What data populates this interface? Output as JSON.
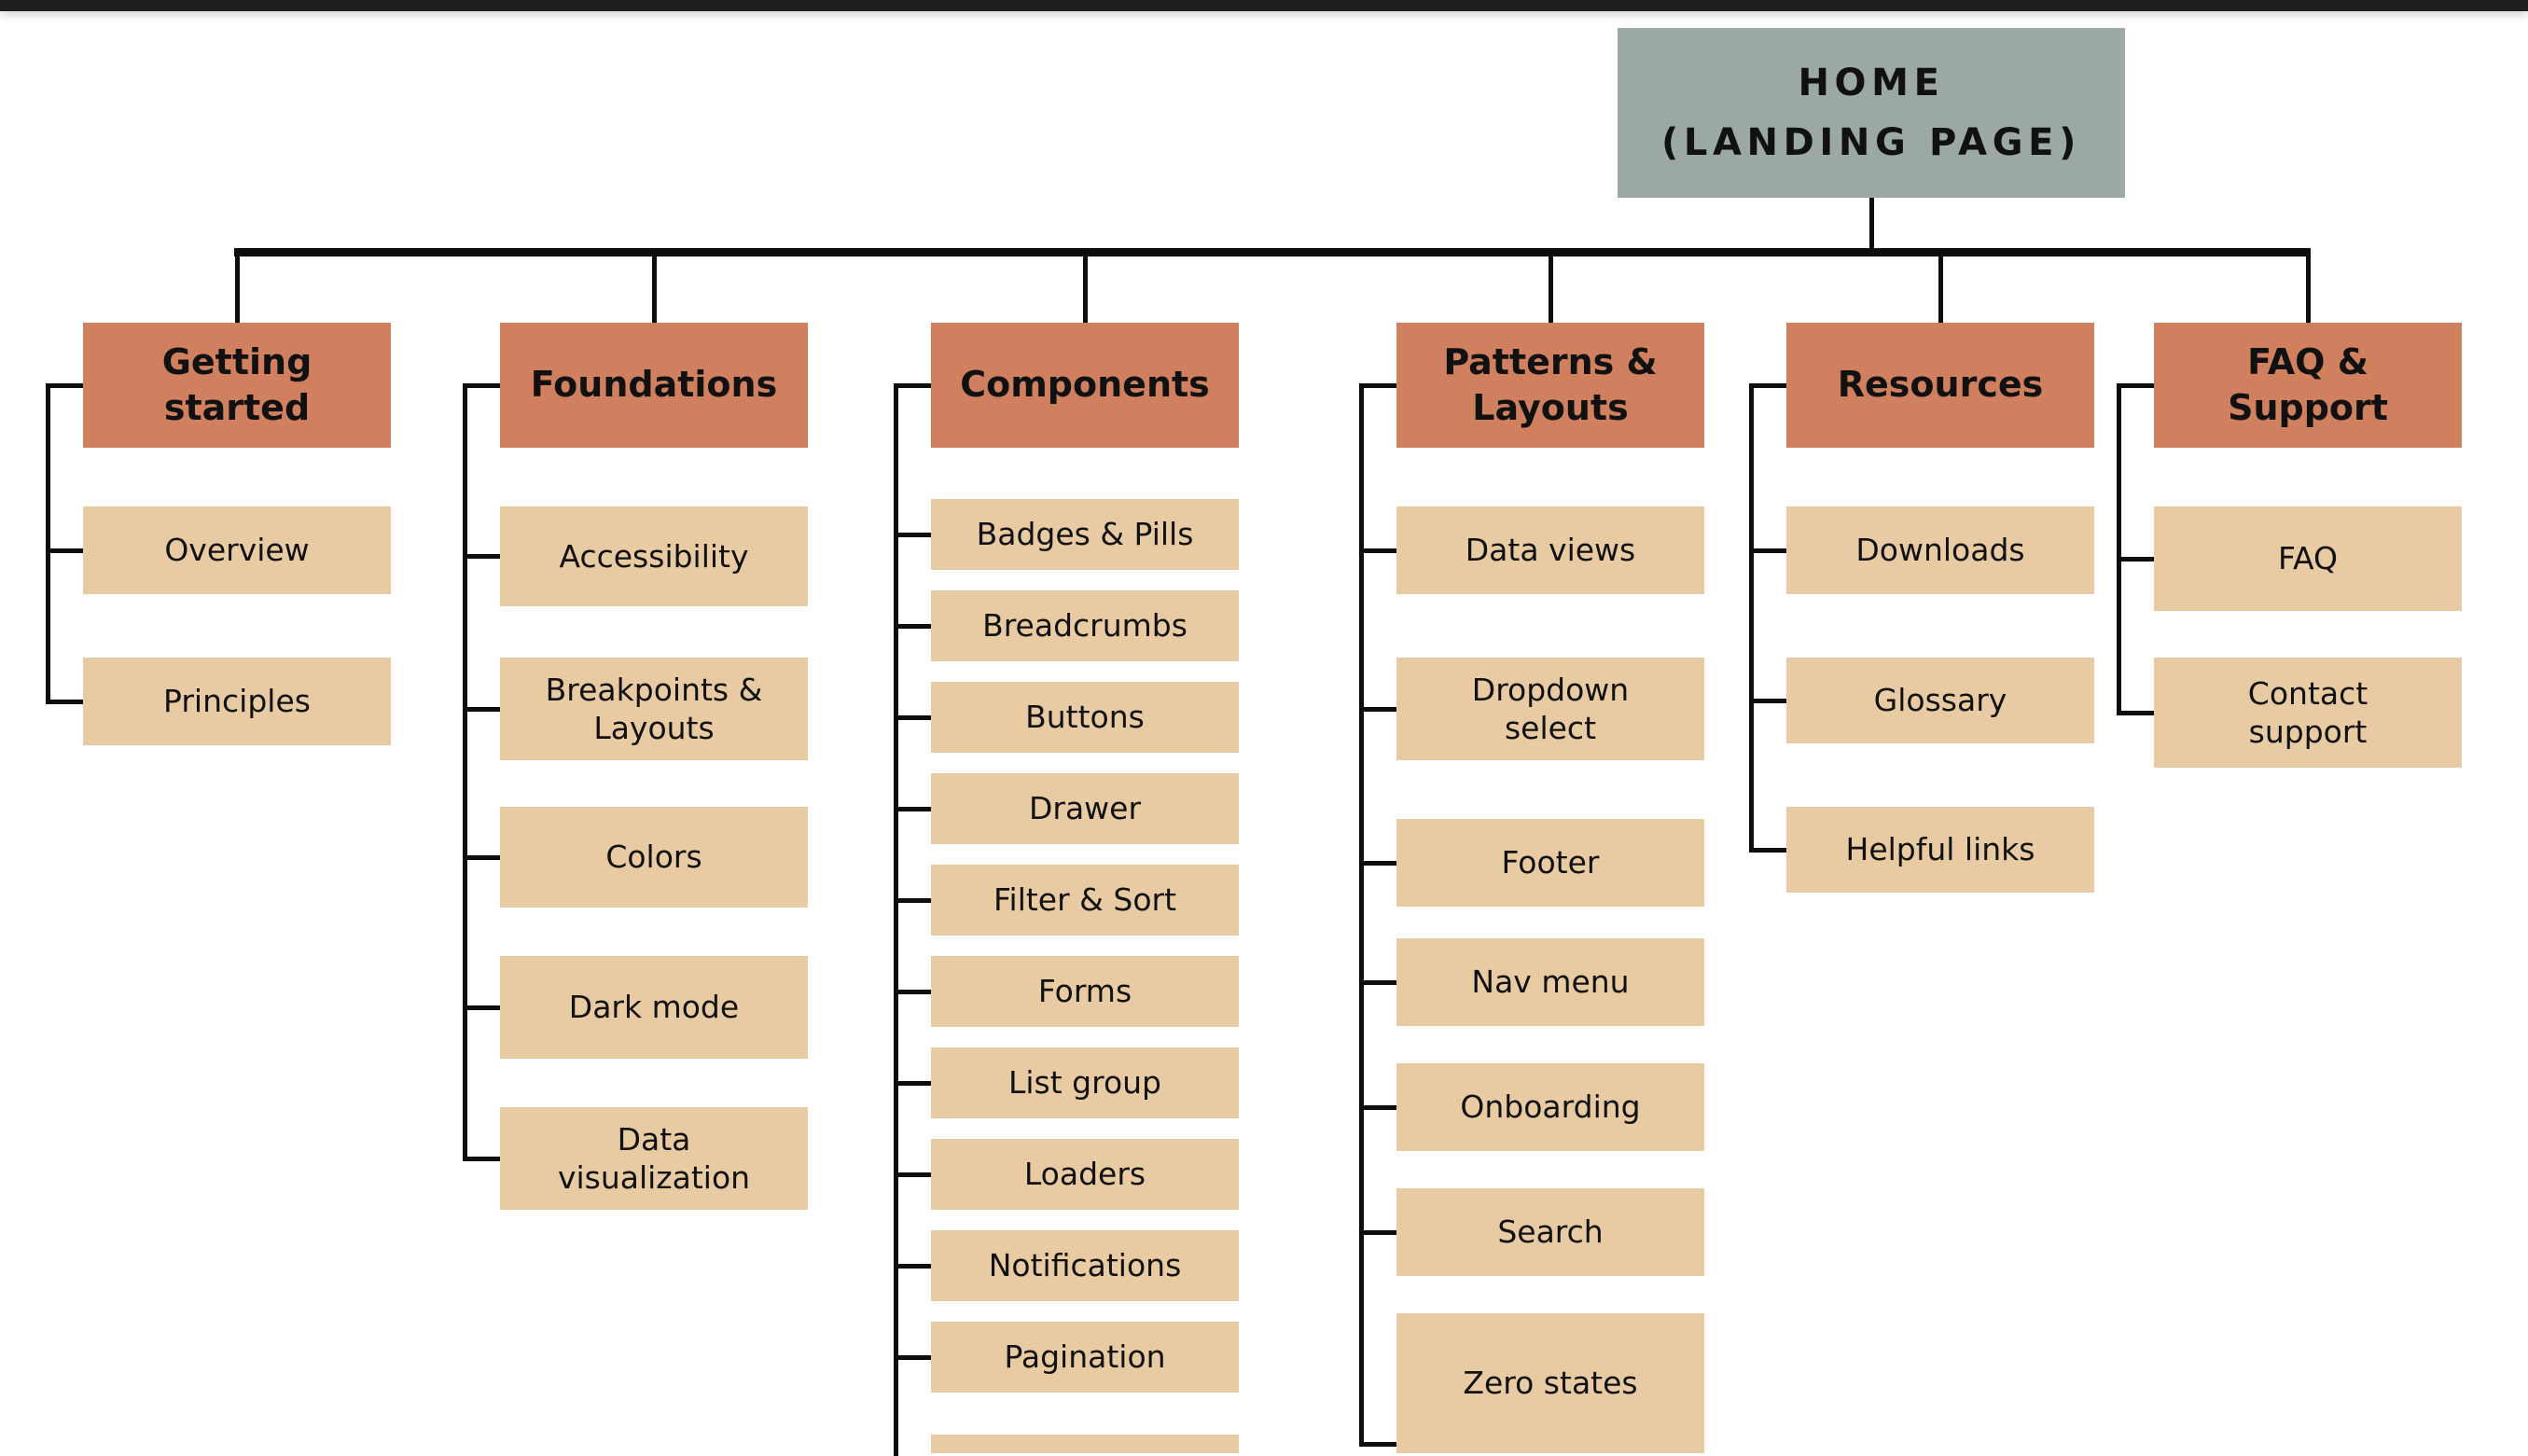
{
  "root_node": {
    "label_line1": "HOME",
    "label_line2": "(LANDING PAGE)"
  },
  "colors": {
    "root_fill": "#9ba8a6",
    "section_fill": "#d0805f",
    "child_fill": "#e8cba2",
    "connector": "#0d0d0d",
    "window_edge": "#1f1f1f",
    "background": "#ffffff"
  },
  "sections": [
    {
      "label": "Getting started",
      "children": [
        {
          "label": "Overview"
        },
        {
          "label": "Principles"
        }
      ]
    },
    {
      "label": "Foundations",
      "children": [
        {
          "label": "Accessibility"
        },
        {
          "label": "Breakpoints & Layouts"
        },
        {
          "label": "Colors"
        },
        {
          "label": "Dark mode"
        },
        {
          "label": "Data visualization"
        }
      ]
    },
    {
      "label": "Components",
      "children": [
        {
          "label": "Badges & Pills"
        },
        {
          "label": "Breadcrumbs"
        },
        {
          "label": "Buttons"
        },
        {
          "label": "Drawer"
        },
        {
          "label": "Filter & Sort"
        },
        {
          "label": "Forms"
        },
        {
          "label": "List group"
        },
        {
          "label": "Loaders"
        },
        {
          "label": "Notifications"
        },
        {
          "label": "Pagination"
        },
        {
          "label": "",
          "partial": true
        }
      ]
    },
    {
      "label": "Patterns & Layouts",
      "children": [
        {
          "label": "Data views"
        },
        {
          "label": "Dropdown select"
        },
        {
          "label": "Footer"
        },
        {
          "label": "Nav menu"
        },
        {
          "label": "Onboarding"
        },
        {
          "label": "Search"
        },
        {
          "label": "Zero states",
          "partial": true
        }
      ]
    },
    {
      "label": "Resources",
      "children": [
        {
          "label": "Downloads"
        },
        {
          "label": "Glossary"
        },
        {
          "label": "Helpful links"
        }
      ]
    },
    {
      "label": "FAQ & Support",
      "children": [
        {
          "label": "FAQ"
        },
        {
          "label": "Contact support"
        }
      ]
    }
  ]
}
